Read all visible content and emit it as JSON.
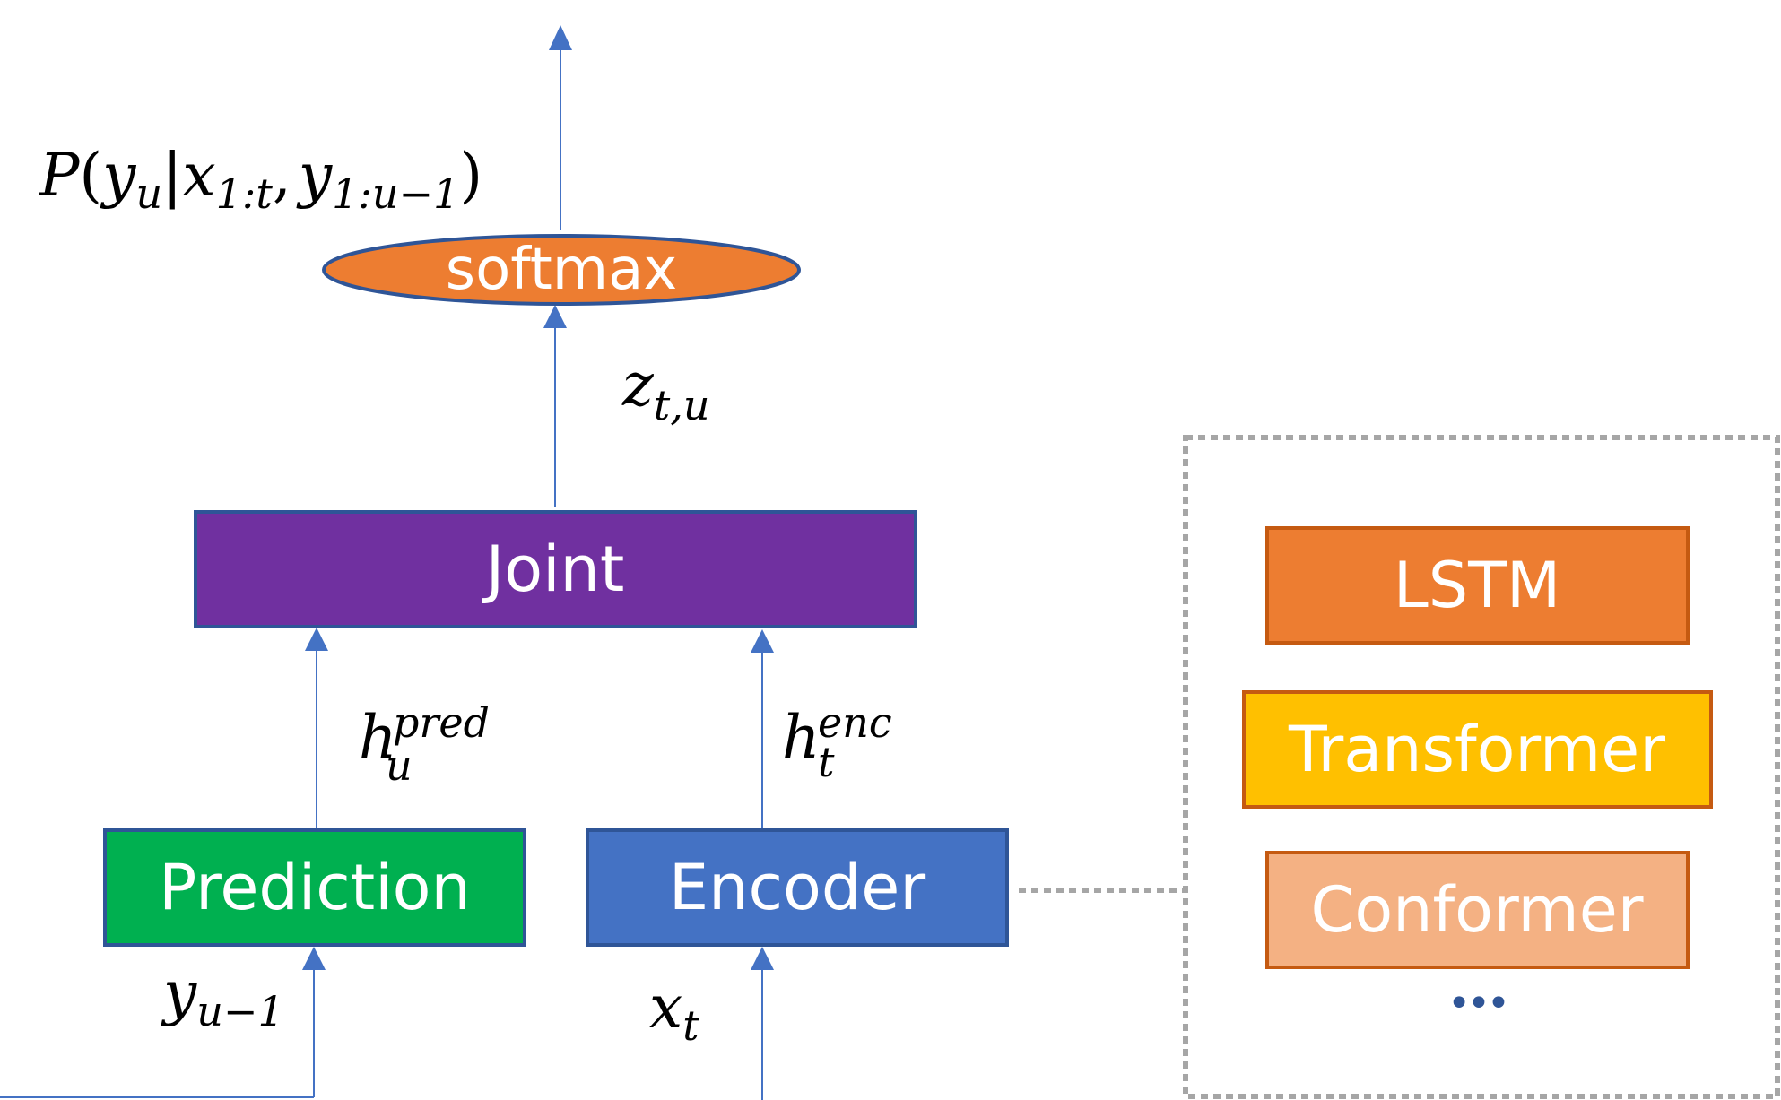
{
  "colors": {
    "arrow": "#4472C4",
    "softmax_fill": "#ED7D31",
    "joint_fill": "#7030A0",
    "prediction_fill": "#00B050",
    "encoder_fill": "#4472C4",
    "lstm_fill": "#ED7D31",
    "transformer_fill": "#FFC000",
    "conformer_fill": "#F4B183",
    "box_border_blue": "#2F5597",
    "box_border_orange": "#C55A11",
    "dotted_border": "#A6A6A6"
  },
  "nodes": {
    "softmax": "softmax",
    "joint": "Joint",
    "prediction": "Prediction",
    "encoder": "Encoder"
  },
  "encoder_options": {
    "lstm": "LSTM",
    "transformer": "Transformer",
    "conformer": "Conformer",
    "more": "•••"
  },
  "math": {
    "output_prob": {
      "P": "P",
      "open": "(",
      "y": "y",
      "y_sub": "u",
      "bar": "|",
      "x": "x",
      "x_sub": "1:t",
      "comma": ",",
      "y2": "y",
      "y2_sub": "1:u−1",
      "close": ")"
    },
    "z": {
      "base": "z",
      "sub": "t,u"
    },
    "h_pred": {
      "base": "h",
      "sup": "pred",
      "sub": "u"
    },
    "h_enc": {
      "base": "h",
      "sup": "enc",
      "sub": "t"
    },
    "y_prev": {
      "base": "y",
      "sub": "u−1"
    },
    "x_t": {
      "base": "x",
      "sub": "t"
    }
  }
}
